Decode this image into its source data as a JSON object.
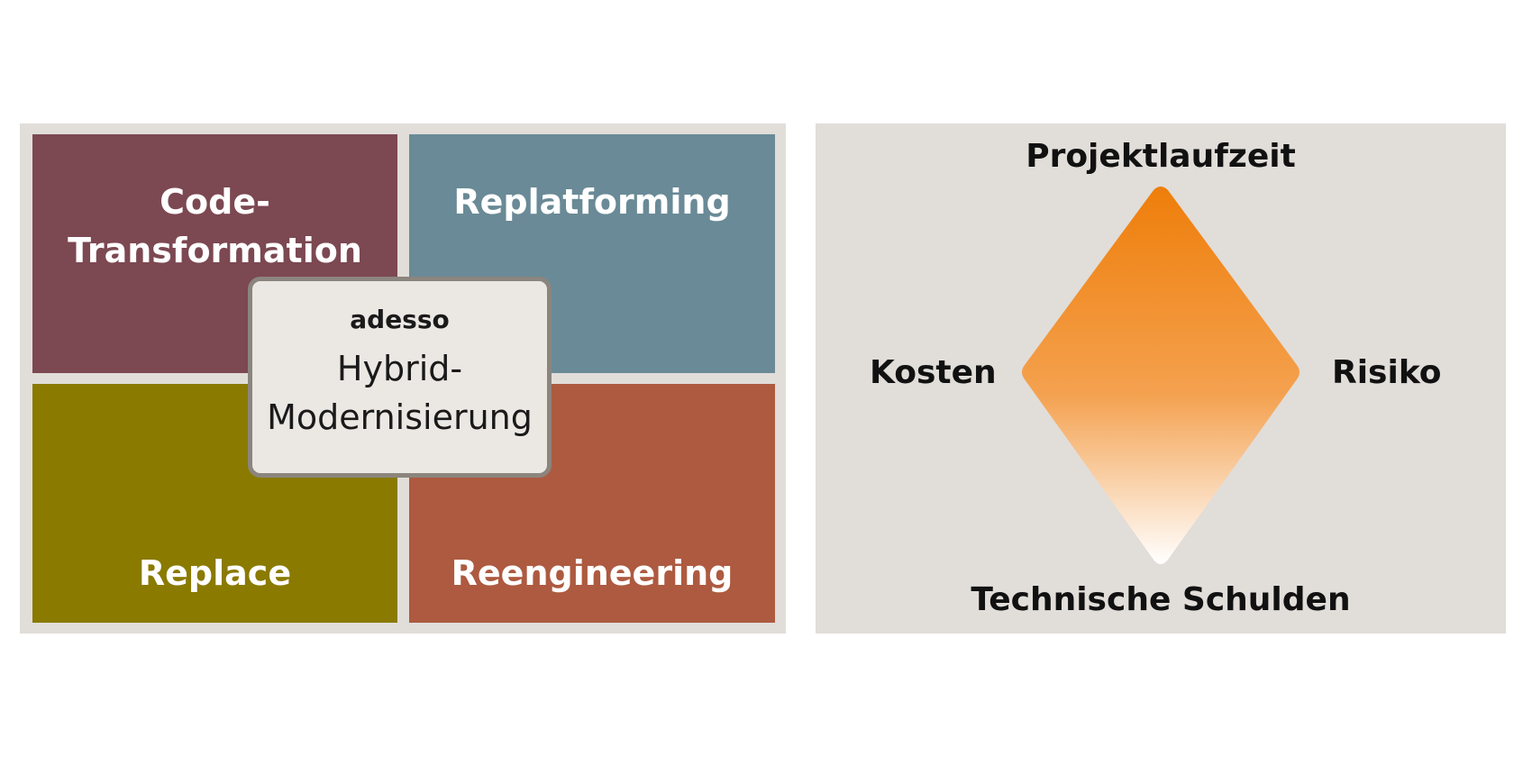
{
  "left": {
    "quadrants": {
      "top_left": "Code-\nTransformation",
      "top_right": "Replatforming",
      "bottom_left": "Replace",
      "bottom_right": "Reengineering"
    },
    "center": {
      "small": "adesso",
      "main": "Hybrid-\nModernisierung"
    },
    "colors": {
      "top_left": "#7c4852",
      "top_right": "#698a96",
      "bottom_left": "#8a7a00",
      "bottom_right": "#ad5a40"
    }
  },
  "right": {
    "labels": {
      "top": "Projektlaufzeit",
      "left": "Kosten",
      "right": "Risiko",
      "bottom": "Technische Schulden"
    },
    "diamond_colors": [
      "#ee7e0a",
      "#f4a14f",
      "#ffffff"
    ]
  }
}
